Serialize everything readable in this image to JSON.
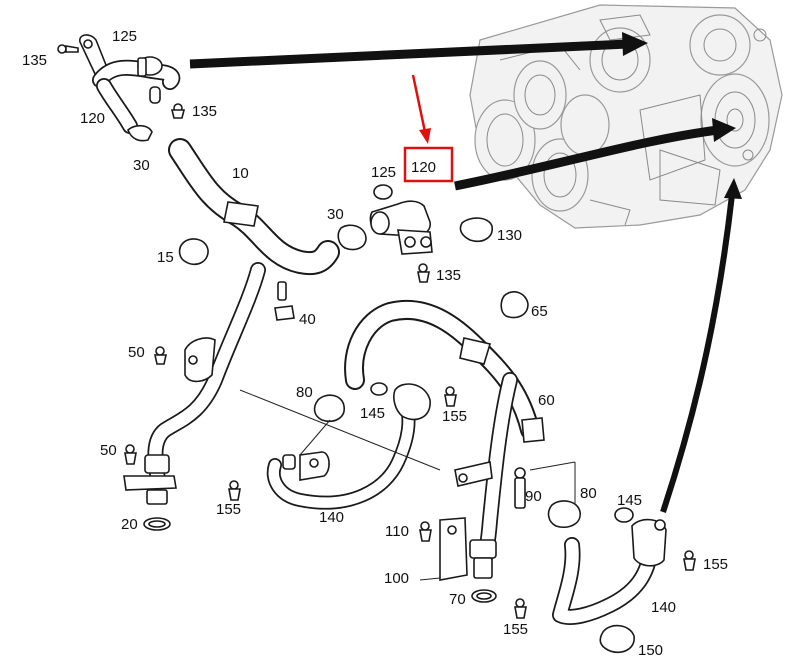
{
  "callouts": [
    {
      "id": "c135a",
      "text": "135"
    },
    {
      "id": "c125a",
      "text": "125"
    },
    {
      "id": "c120a",
      "text": "120"
    },
    {
      "id": "c135b",
      "text": "135"
    },
    {
      "id": "c30a",
      "text": "30"
    },
    {
      "id": "c10",
      "text": "10"
    },
    {
      "id": "c15",
      "text": "15"
    },
    {
      "id": "c40",
      "text": "40"
    },
    {
      "id": "c50a",
      "text": "50"
    },
    {
      "id": "c50b",
      "text": "50"
    },
    {
      "id": "c20",
      "text": "20"
    },
    {
      "id": "c125b",
      "text": "125"
    },
    {
      "id": "c120b",
      "text": "120"
    },
    {
      "id": "c30b",
      "text": "30"
    },
    {
      "id": "c130",
      "text": "130"
    },
    {
      "id": "c135c",
      "text": "135"
    },
    {
      "id": "c65",
      "text": "65"
    },
    {
      "id": "c60",
      "text": "60"
    },
    {
      "id": "c80a",
      "text": "80"
    },
    {
      "id": "c145a",
      "text": "145"
    },
    {
      "id": "c155a",
      "text": "155"
    },
    {
      "id": "c155b",
      "text": "155"
    },
    {
      "id": "c140a",
      "text": "140"
    },
    {
      "id": "c90",
      "text": "90"
    },
    {
      "id": "c80b",
      "text": "80"
    },
    {
      "id": "c110",
      "text": "110"
    },
    {
      "id": "c100",
      "text": "100"
    },
    {
      "id": "c70",
      "text": "70"
    },
    {
      "id": "c145b",
      "text": "145"
    },
    {
      "id": "c155c",
      "text": "155"
    },
    {
      "id": "c140b",
      "text": "140"
    },
    {
      "id": "c155d",
      "text": "155"
    },
    {
      "id": "c150",
      "text": "150"
    }
  ],
  "highlight": {
    "callout": "c120b",
    "color": "#e01010"
  },
  "colors": {
    "line": "#1a1a1a",
    "arrow": "#111111",
    "highlight": "#e01010",
    "engine": "#f2f2f2"
  }
}
